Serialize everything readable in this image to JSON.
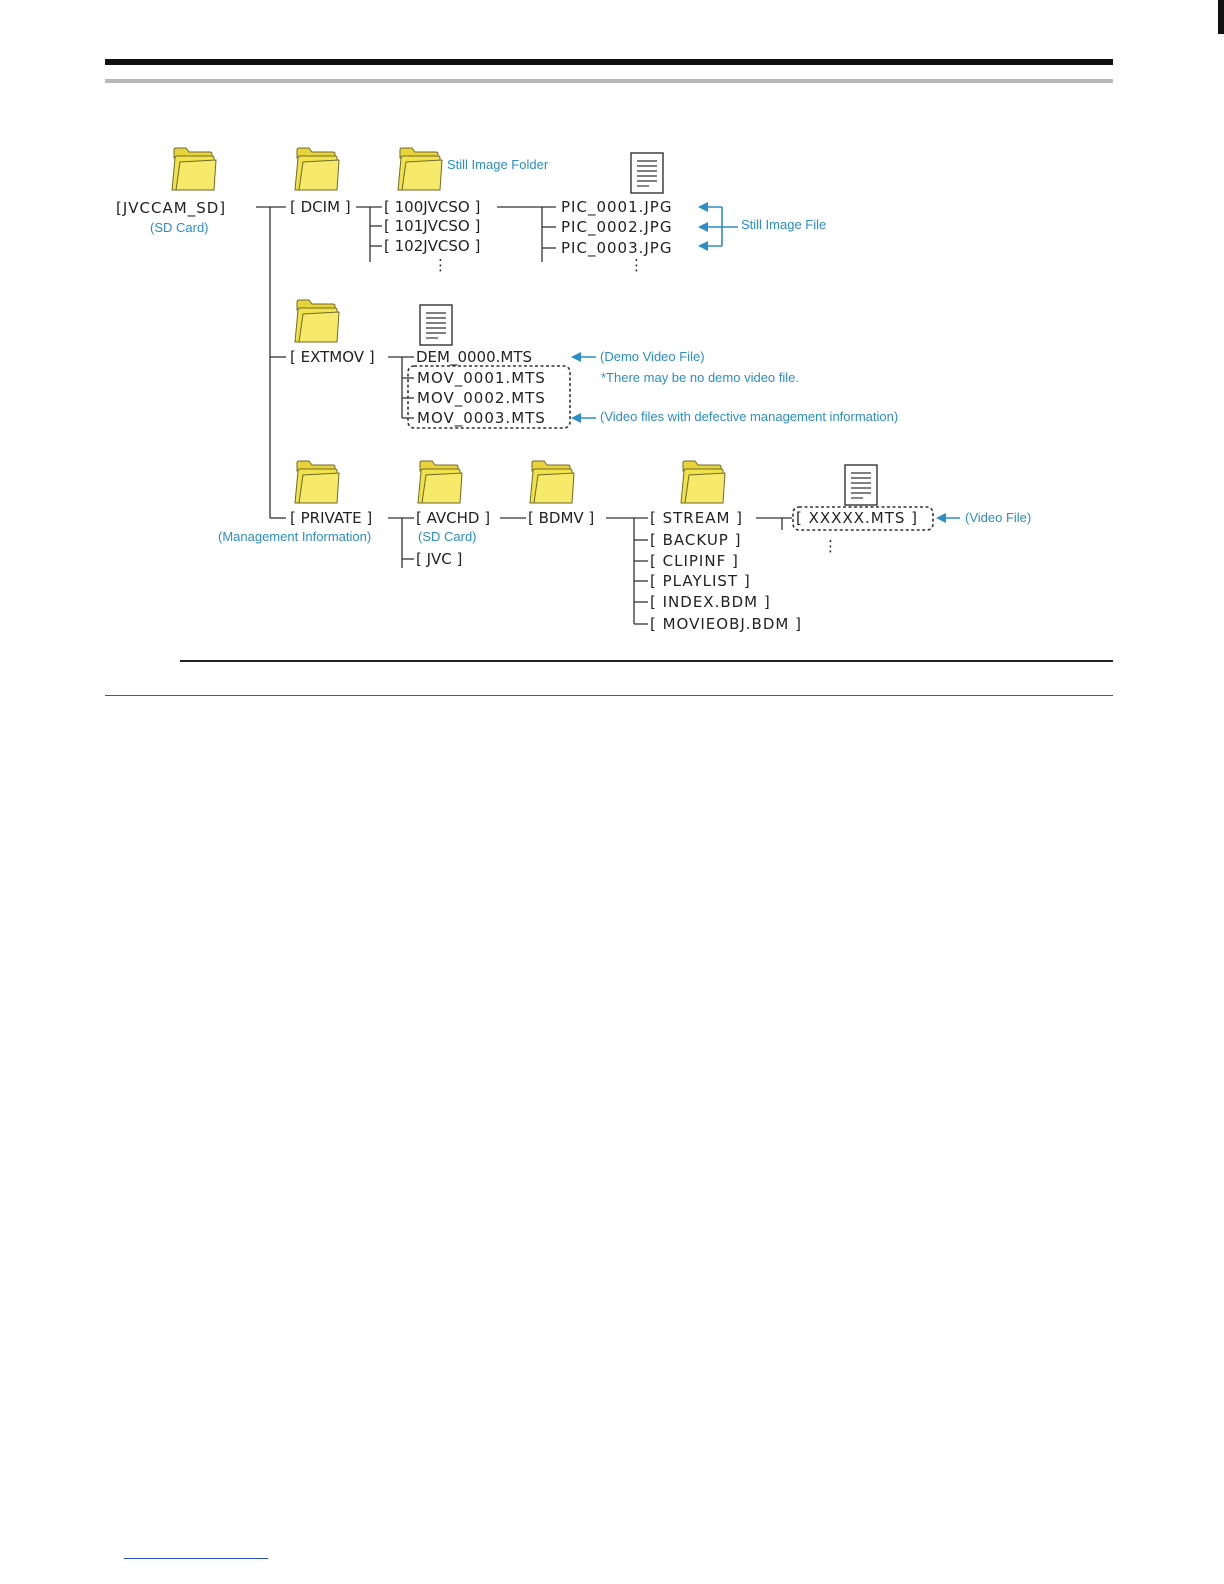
{
  "colors": {
    "accent": "#2b8ec8",
    "folder": "#f2e24a",
    "folder_edge": "#6d6a2a"
  },
  "tree": {
    "root": {
      "label": "[JVCCAM_SD]",
      "note": "(SD Card)"
    },
    "dcim": {
      "label": "[ DCIM ]",
      "folder_note": "Still Image Folder",
      "subfolders": [
        "[ 100JVCSO ]",
        "[ 101JVCSO ]",
        "[ 102JVCSO ]"
      ],
      "files": [
        "PIC_0001.JPG",
        "PIC_0002.JPG",
        "PIC_0003.JPG"
      ],
      "files_note": "Still Image File",
      "more": "⋮"
    },
    "extmov": {
      "label": "[ EXTMOV ]",
      "demo_file": "DEM_0000.MTS",
      "demo_note": "(Demo Video File)",
      "demo_note2": "*There may be no demo video file.",
      "files": [
        "MOV_0001.MTS",
        "MOV_0002.MTS",
        "MOV_0003.MTS"
      ],
      "files_note": "(Video files with defective management information)"
    },
    "private": {
      "label": "[ PRIVATE ]",
      "note": "(Management Information)",
      "avchd": {
        "label": "[ AVCHD ]",
        "note": "(SD Card)"
      },
      "jvc": "[ JVC ]",
      "bdmv": "[ BDMV ]",
      "bdmv_children": [
        "[ STREAM ]",
        "[ BACKUP ]",
        "[ CLIPINF ]",
        "[ PLAYLIST ]",
        "[ INDEX.BDM ]",
        "[ MOVIEOBJ.BDM ]"
      ],
      "stream_file": "[ XXXXX.MTS ]",
      "stream_note": "(Video File)",
      "more": "⋮"
    }
  }
}
